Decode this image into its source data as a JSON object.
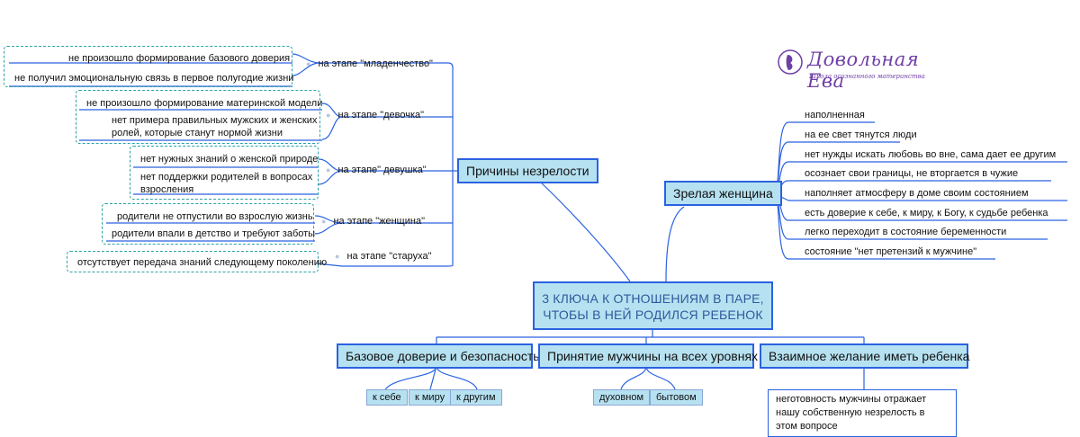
{
  "central": {
    "line1": "3 КЛЮЧА К ОТНОШЕНИЯМ В ПАРЕ,",
    "line2": "ЧТОБЫ В НЕЙ РОДИЛСЯ РЕБЕНОК"
  },
  "logo": {
    "name": "Довольная Ева",
    "tagline": "Школа осознанного материнства",
    "icon": "woman-silhouette-icon"
  },
  "left_branch": {
    "title": "Причины незрелости",
    "stages": [
      {
        "label": "на этапе \"младенчество\"",
        "reasons": [
          "не произошло формирование базового доверия",
          "не получил эмоциональную связь в первое полугодие жизни"
        ]
      },
      {
        "label": "на этапе \"девочка\"",
        "reasons": [
          "не произошло формирование материнской модели",
          "нет примера правильных мужских и женских ролей, которые станут нормой жизни"
        ]
      },
      {
        "label": "на этапе\" девушка\"",
        "reasons": [
          "нет нужных знаний о женской природе",
          "нет поддержки родителей в вопросах взросления"
        ]
      },
      {
        "label": "на этапе \"женщина\"",
        "reasons": [
          "родители не отпустили во взрослую жизнь",
          "родители впали в детство и требуют заботы"
        ]
      },
      {
        "label": "на этапе \"старуха\"",
        "reasons": [
          "отсутствует передача знаний следующему поколению"
        ]
      }
    ]
  },
  "right_branch": {
    "title": "Зрелая женщина",
    "items": [
      "наполненная",
      "на ее свет тянутся люди",
      "нет нужды искать любовь во вне, сама дает ее другим",
      "осознает свои границы, не вторгается в чужие",
      "наполняет атмосферу в доме своим состоянием",
      "есть доверие к себе, к миру, к Богу, к судьбе ребенка",
      "легко переходит в состояние беременности",
      "состояние \"нет претензий к мужчине\""
    ]
  },
  "bottom": [
    {
      "title": "Базовое доверие и безопасность",
      "subs": [
        "к себе",
        "к миру",
        "к другим"
      ]
    },
    {
      "title": "Принятие мужчины на всех уровнях",
      "subs": [
        "духовном",
        "бытовом"
      ]
    },
    {
      "title": "Взаимное желание иметь ребенка",
      "note": "неготовность мужчины отражает нашу собственную незрелость в этом вопросе"
    }
  ],
  "colors": {
    "node_fill": "#b6e1f1",
    "node_border": "#2a62e0",
    "dashed": "#2aa3a8",
    "logo": "#6f3fa8"
  }
}
